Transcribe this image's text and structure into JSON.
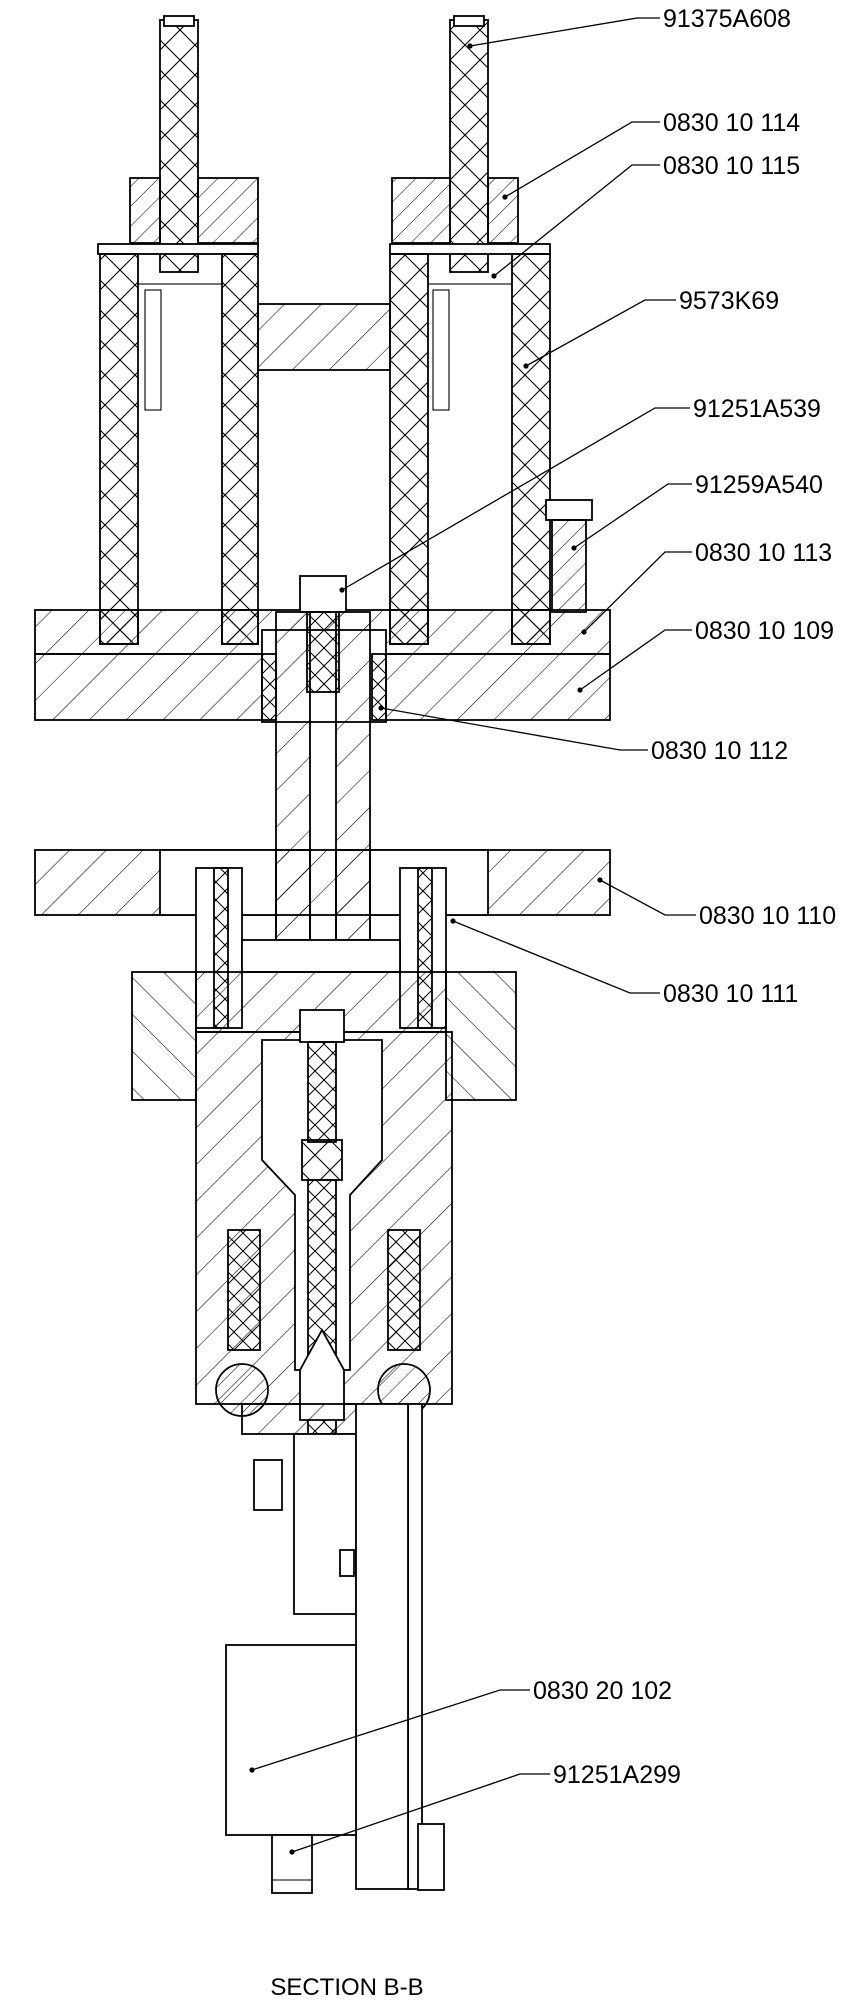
{
  "drawing": {
    "title": "SECTION B-B",
    "callouts": [
      {
        "id": "c1",
        "label": "91375A608"
      },
      {
        "id": "c2",
        "label": "0830 10 114"
      },
      {
        "id": "c3",
        "label": "0830 10 115"
      },
      {
        "id": "c4",
        "label": "9573K69"
      },
      {
        "id": "c5",
        "label": "91251A539"
      },
      {
        "id": "c6",
        "label": "91259A540"
      },
      {
        "id": "c7",
        "label": "0830 10 113"
      },
      {
        "id": "c8",
        "label": "0830 10 109"
      },
      {
        "id": "c9",
        "label": "0830 10 112"
      },
      {
        "id": "c10",
        "label": "0830 10 110"
      },
      {
        "id": "c11",
        "label": "0830 10 111"
      },
      {
        "id": "c12",
        "label": "0830 20 102"
      },
      {
        "id": "c13",
        "label": "91251A299"
      }
    ]
  }
}
